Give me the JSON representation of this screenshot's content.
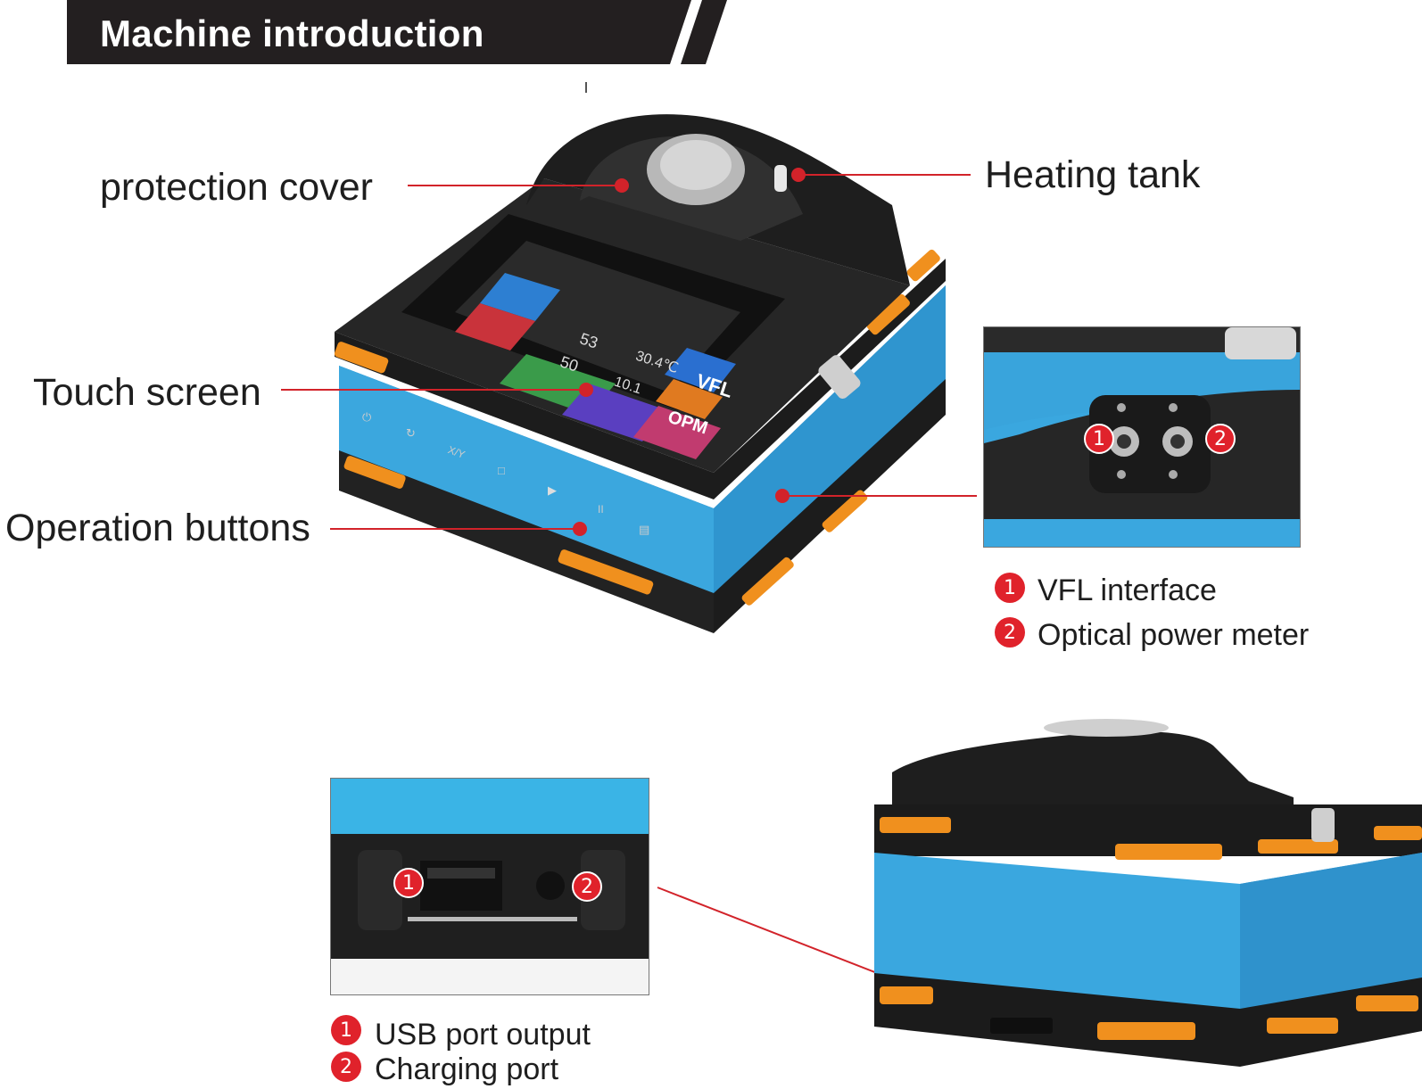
{
  "header": {
    "title": "Machine introduction"
  },
  "callouts": {
    "protection_cover": "protection cover",
    "heating_tank": "Heating tank",
    "touch_screen": "Touch screen",
    "operation_buttons": "Operation buttons"
  },
  "screen_ui": {
    "tile_vfl": "VFL",
    "tile_opm": "OPM",
    "readout_1": "53",
    "readout_2": "50",
    "readout_temp": "30.4℃",
    "readout_3": "10.1"
  },
  "buttons_row": [
    "⏻",
    "↻",
    "X/Y",
    "□",
    "▶",
    "II",
    "▤"
  ],
  "port_inset_top": {
    "markers": [
      "1",
      "2"
    ],
    "legend": [
      {
        "num": "1",
        "label": "VFL interface"
      },
      {
        "num": "2",
        "label": "Optical power meter"
      }
    ]
  },
  "port_inset_bottom": {
    "markers": [
      "1",
      "2"
    ],
    "legend": [
      {
        "num": "1",
        "label": "USB port output"
      },
      {
        "num": "2",
        "label": "Charging port"
      }
    ]
  },
  "colors": {
    "accent_red": "#e0222b",
    "body_blue": "#3aa7df",
    "bumper_orange": "#f0901e",
    "dark": "#1f1f1f"
  }
}
